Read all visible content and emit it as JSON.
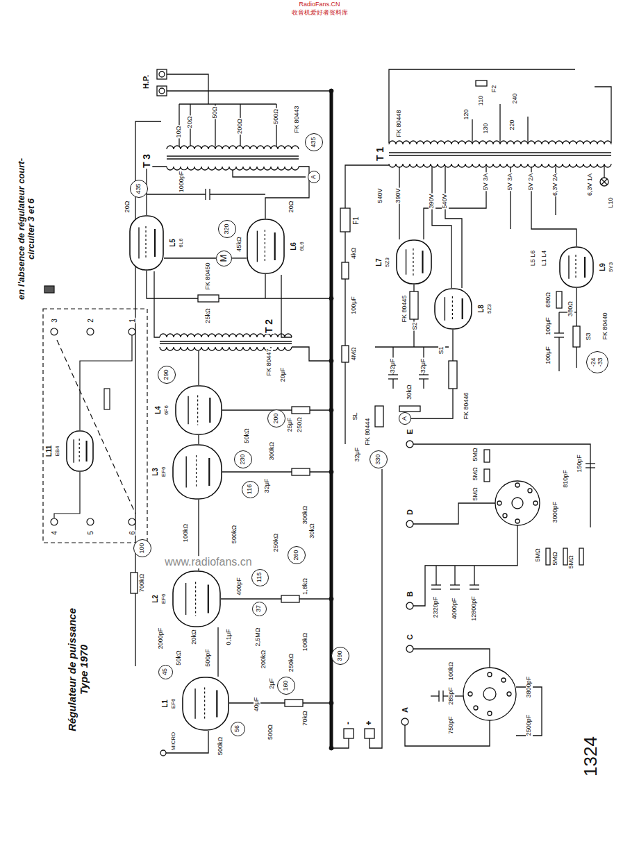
{
  "diagram": {
    "nodes": [
      {
        "text": [
          "L1",
          "EF6"
        ]
      },
      {
        "text": [
          "L2",
          "EF6"
        ]
      },
      {
        "text": [
          "L3",
          "EF6"
        ]
      },
      {
        "text": [
          "L4",
          "6F6"
        ]
      },
      {
        "text": [
          "L5",
          "6L6"
        ]
      },
      {
        "text": [
          "L6",
          "6L6"
        ]
      },
      {
        "text": [
          "L7",
          "5Z3"
        ]
      },
      {
        "text": [
          "L8",
          "5Z3"
        ]
      },
      {
        "text": [
          "L9",
          "5Y3"
        ]
      },
      {
        "text": [
          "L11",
          "EB4"
        ]
      },
      {
        "text": [
          "M"
        ]
      },
      {
        "text": [
          "435"
        ]
      },
      {
        "text": [
          "320"
        ]
      },
      {
        "text": [
          "435"
        ]
      },
      {
        "text": [
          "A"
        ]
      },
      {
        "text": [
          "290"
        ]
      },
      {
        "text": [
          "200"
        ]
      },
      {
        "text": [
          "230"
        ]
      },
      {
        "text": [
          "116"
        ]
      },
      {
        "text": [
          "330"
        ]
      },
      {
        "text": [
          "100"
        ]
      },
      {
        "text": [
          "260"
        ]
      },
      {
        "text": [
          "115"
        ]
      },
      {
        "text": [
          "37"
        ]
      },
      {
        "text": [
          "390"
        ]
      },
      {
        "text": [
          "45"
        ]
      },
      {
        "text": [
          "160"
        ]
      },
      {
        "text": [
          "56"
        ]
      },
      {
        "text": [
          "A"
        ]
      },
      {
        "text": [
          "-24 -33"
        ]
      }
    ],
    "labels": [
      "RadioFans.CN",
      "收音机爱好者资料库",
      "www.radiofans.cn",
      "1324",
      "Régulateur de puissance Type 1970",
      "en l'absence de régulateur court-circuiter 3 et 6",
      "H.P.",
      "T 3",
      "10Ω",
      "20Ω",
      "50Ω",
      "200Ω",
      "500Ω",
      "FK 80443",
      "1000pF",
      "20Ω",
      "20Ω",
      "45kΩ",
      "FK 80450",
      "25kΩ",
      "T 2",
      "FK 80447",
      "20μF",
      "25μF",
      "250Ω",
      "50kΩ",
      "300kΩ",
      "300kΩ",
      "32μF",
      "100kΩ",
      "500kΩ",
      "700kΩ",
      "250kΩ",
      "30kΩ",
      "400pF",
      "1,8kΩ",
      "0,1μF",
      "2,5MΩ",
      "2000pF",
      "20kΩ",
      "50kΩ",
      "500pF",
      "100kΩ",
      "250kΩ",
      "200kΩ",
      "2μF",
      "40μF",
      "70kΩ",
      "500Ω",
      "500kΩ",
      "MICRO",
      "-",
      "+",
      "F1",
      "540V",
      "390V",
      "390V",
      "540V",
      "5V 3A",
      "5V 3A",
      "5V 2A",
      "6,3V 2A",
      "6,3V 1A",
      "L10",
      "T 1",
      "FK 80448",
      "110",
      "F2",
      "240",
      "120",
      "130",
      "220",
      "L5 L6",
      "L1 L4",
      "680Ω",
      "380Ω",
      "100μF",
      "100μF",
      "FK 80440",
      "S3",
      "100μF",
      "4kΩ",
      "4MΩ",
      "FK 80445",
      "S2",
      "32μF",
      "32μF",
      "30kΩ",
      "S1",
      "FK 80446",
      "SL",
      "FK 80444",
      "32μF",
      "E",
      "D",
      "B",
      "C",
      "A",
      "5MΩ",
      "5MΩ",
      "5MΩ",
      "150pF",
      "810pF",
      "3000pF",
      "5MΩ",
      "5MΩ",
      "5MΩ",
      "2320pF",
      "4000pF",
      "12800pF",
      "100kΩ",
      "285pF",
      "750pF",
      "3800pF",
      "2500pF",
      "3",
      "2",
      "1",
      "4",
      "5",
      "6"
    ]
  }
}
